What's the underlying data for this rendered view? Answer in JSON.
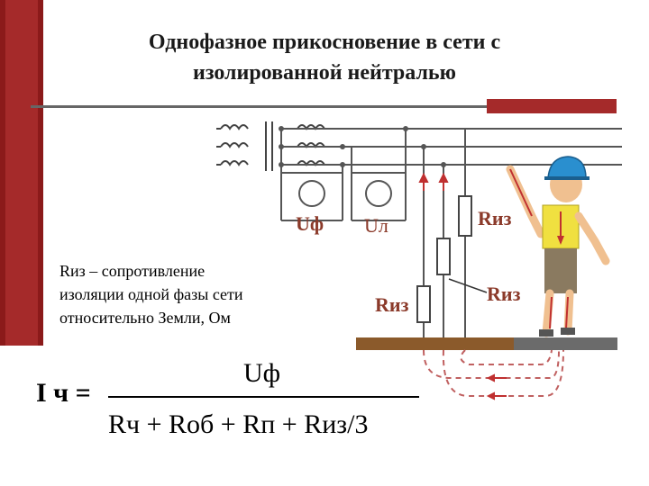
{
  "title": {
    "line1": "Однофазное прикосновение в сети с",
    "line2": "изолированной нейтралью"
  },
  "labels": {
    "uf": "Uф",
    "ul": "Uл",
    "riz_top": "Rиз",
    "riz_left": "Rиз",
    "riz_right": "Rиз"
  },
  "description": {
    "line1": "Rиз – сопротивление",
    "line2": "изоляции одной фазы сети",
    "line3": "относительно Земли, Ом"
  },
  "formula": {
    "lhs": "I ч  =",
    "numerator": "Uф",
    "denominator": "Rч  + Rоб  + Rп  + Rиз/3"
  },
  "colors": {
    "accent": "#a52a2a",
    "label": "#8b3a2a",
    "current": "#c03030"
  }
}
